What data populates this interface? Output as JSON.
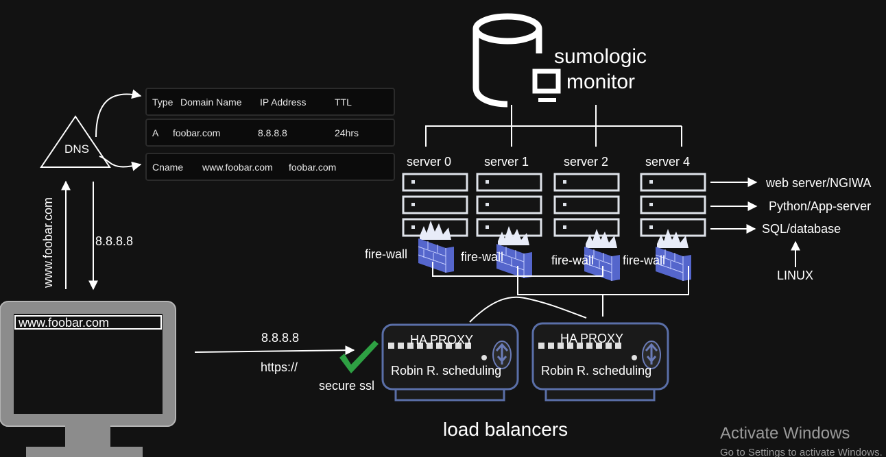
{
  "dns": {
    "label": "DNS",
    "headers": [
      "Type",
      "Domain Name",
      "IP Address",
      "TTL"
    ],
    "record_a": [
      "A",
      "foobar.com",
      "8.8.8.8",
      "24hrs"
    ],
    "record_cname": [
      "Cname",
      "www.foobar.com",
      "foobar.com"
    ]
  },
  "client": {
    "url": "www.foobar.com",
    "request_label": "www.foobar.com",
    "response_label": "8.8.8.8"
  },
  "connection": {
    "ip": "8.8.8.8",
    "protocol": "https://",
    "ssl_label": "secure ssl"
  },
  "monitor": {
    "title_line1": "sumologic",
    "title_line2": "monitor"
  },
  "servers": [
    "server 0",
    "server 1",
    "server 2",
    "server 4"
  ],
  "firewall_label": "fire-wall",
  "server_stack": {
    "layers": [
      "web server/NGIWA",
      "Python/App-server",
      "SQL/database"
    ],
    "os": "LINUX"
  },
  "load_balancers": {
    "title": "load balancers",
    "items": [
      {
        "name": "HA PROXY",
        "algorithm": "Robin R. scheduling"
      },
      {
        "name": "HA PROXY",
        "algorithm": "Robin R. scheduling"
      }
    ]
  },
  "watermark": {
    "line1": "Activate Windows",
    "line2": "Go to Settings to activate Windows."
  },
  "colors": {
    "background": "#121212",
    "firewall": "#5566cc",
    "load_balancer_border": "#5a6fa8",
    "ssl_check": "#2ea043"
  }
}
